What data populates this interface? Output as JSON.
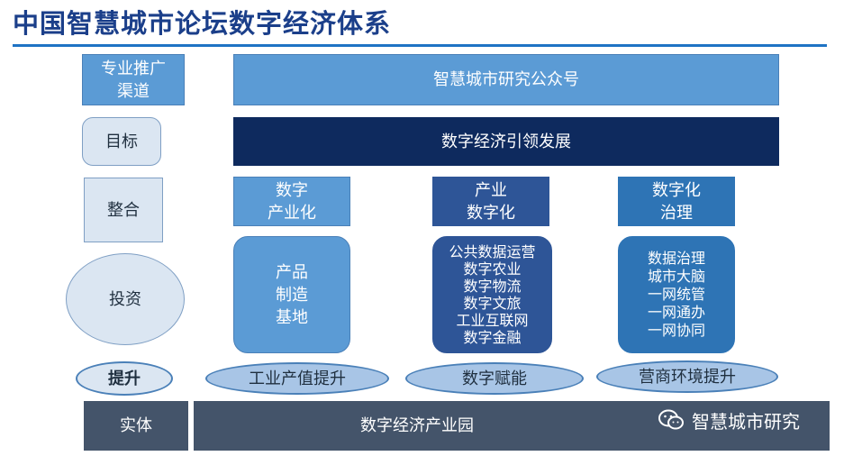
{
  "title": "中国智慧城市论坛数字经济体系",
  "rows": {
    "channel": {
      "label": "专业推广\n渠道",
      "content": "智慧城市研究公众号"
    },
    "goal": {
      "label": "目标",
      "content": "数字经济引领发展"
    },
    "integrate": {
      "label": "整合",
      "columns": [
        "数字\n产业化",
        "产业\n数字化",
        "数字化\n治理"
      ]
    },
    "invest": {
      "label": "投资",
      "columns": [
        "产品\n制造\n基地",
        "公共数据运营\n数字农业\n数字物流\n数字文旅\n工业互联网\n数字金融",
        "数据治理\n城市大脑\n一网统管\n一网通办\n一网协同"
      ]
    },
    "upgrade": {
      "label": "提升",
      "columns": [
        "工业产值提升",
        "数字赋能",
        "营商环境提升"
      ]
    },
    "entity": {
      "label": "实体",
      "content": "数字经济产业园"
    }
  },
  "watermark": {
    "text": "智慧城市研究",
    "icon": "wechat-icon"
  }
}
